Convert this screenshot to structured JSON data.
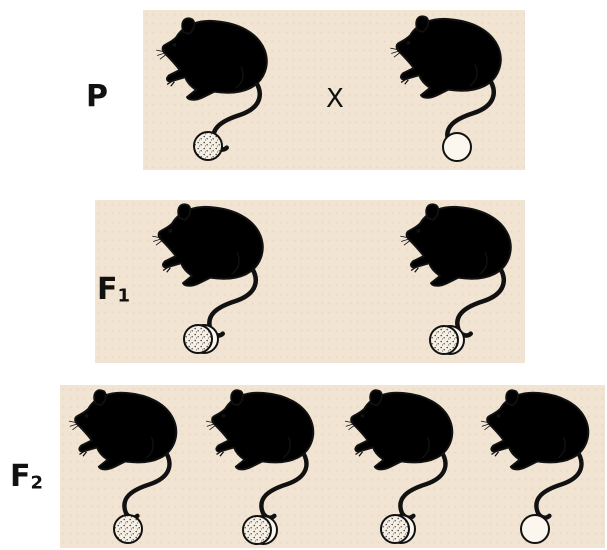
{
  "generations": {
    "p": {
      "label": "P",
      "cross_symbol": "X",
      "mice": [
        "spotted",
        "white"
      ]
    },
    "f1": {
      "label": "F",
      "sub": "1",
      "mice": [
        "spotted",
        "spotted"
      ]
    },
    "f2": {
      "label": "F",
      "sub": "2",
      "mice": [
        "spotted",
        "spotted",
        "spotted",
        "white"
      ]
    }
  },
  "colors": {
    "panel": "#f2e4d3",
    "ink": "#111111",
    "stipple": "#3a3a3a"
  }
}
